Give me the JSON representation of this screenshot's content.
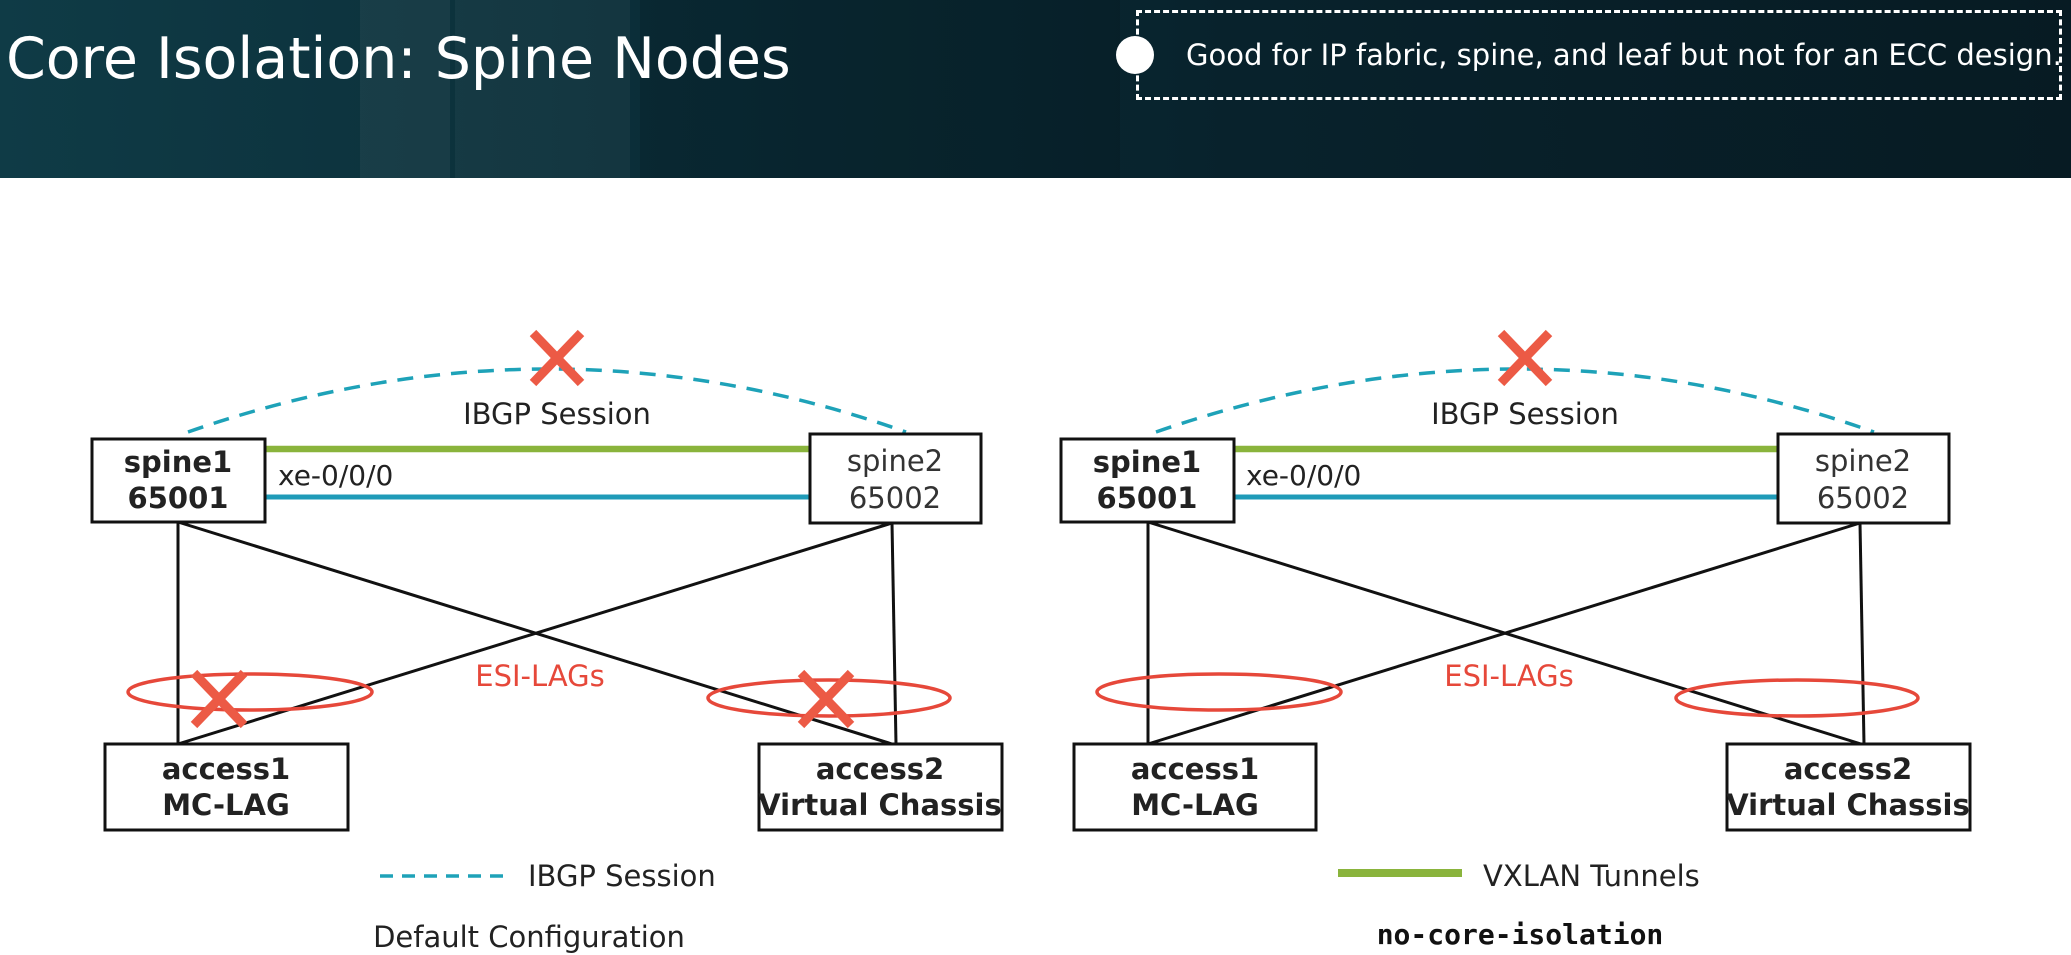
{
  "slide": {
    "title": "Core Isolation: Spine Nodes",
    "note": "Good for IP fabric, spine, and leaf but not for an ECC design."
  },
  "left_diagram": {
    "session_label": "IBGP Session",
    "link_label": "xe-0/0/0",
    "esi_label": "ESI-LAGs",
    "spine1": {
      "name": "spine1",
      "asn": "65001"
    },
    "spine2": {
      "name": "spine2",
      "asn": "65002"
    },
    "access1": {
      "name": "access1",
      "type": "MC-LAG"
    },
    "access2": {
      "name": "access2",
      "type": "Virtual Chassis"
    },
    "legend_label": "IBGP Session",
    "caption": "Default Configuration"
  },
  "right_diagram": {
    "session_label": "IBGP Session",
    "link_label": "xe-0/0/0",
    "esi_label": "ESI-LAGs",
    "spine1": {
      "name": "spine1",
      "asn": "65001"
    },
    "spine2": {
      "name": "spine2",
      "asn": "65002"
    },
    "access1": {
      "name": "access1",
      "type": "MC-LAG"
    },
    "access2": {
      "name": "access2",
      "type": "Virtual Chassis"
    },
    "legend_label": "VXLAN Tunnels",
    "caption": "no-core-isolation"
  },
  "colors": {
    "ibgp_dashed": "#1ea2b8",
    "vxlan_green": "#8ab43c",
    "link_blue": "#1f9bb8",
    "esi_red": "#e6483a",
    "failure_x": "#ec5a45",
    "header_bg": "#0b2e39"
  },
  "icons": {
    "failure": "x-mark-icon",
    "bullet": "bullet-dot-icon"
  }
}
